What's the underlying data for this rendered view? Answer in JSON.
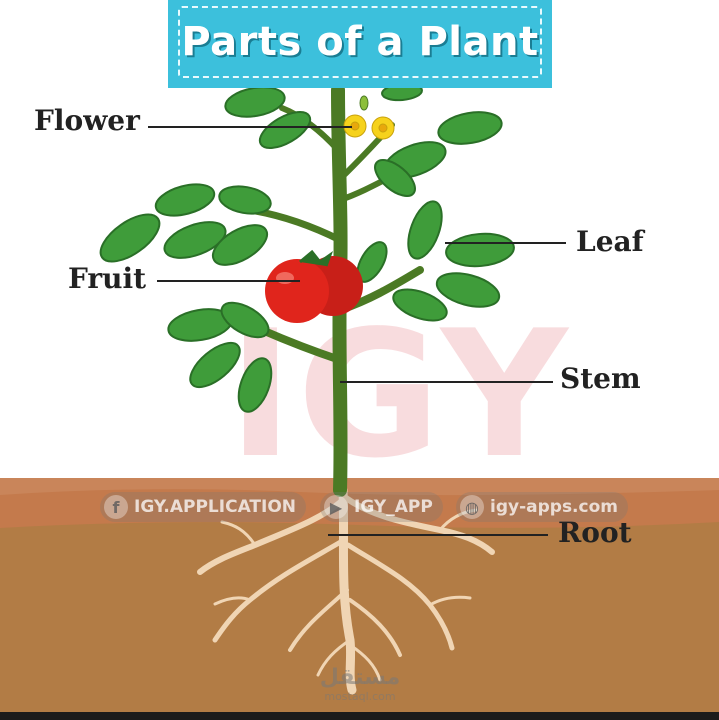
{
  "title": "Parts of a Plant",
  "labels": {
    "flower": "Flower",
    "leaf": "Leaf",
    "fruit": "Fruit",
    "stem": "Stem",
    "root": "Root"
  },
  "watermark": {
    "big_letters": "IGY",
    "facebook": "IGY.APPLICATION",
    "youtube": "IGY_APP",
    "website": "igy-apps.com",
    "site_arabic": "مستقل",
    "site_latin": "mostaql.com"
  },
  "colors": {
    "banner": "#3cc0dc",
    "sky": "#ffffff",
    "soil_top": "#c98a5a",
    "soil": "#b47d47",
    "leaf": "#3f9c3a",
    "leaf_dark": "#2a6f27",
    "stem": "#4b7a24",
    "tomato": "#e0251c",
    "flower": "#f6d21c",
    "root": "#f1d6b6"
  }
}
